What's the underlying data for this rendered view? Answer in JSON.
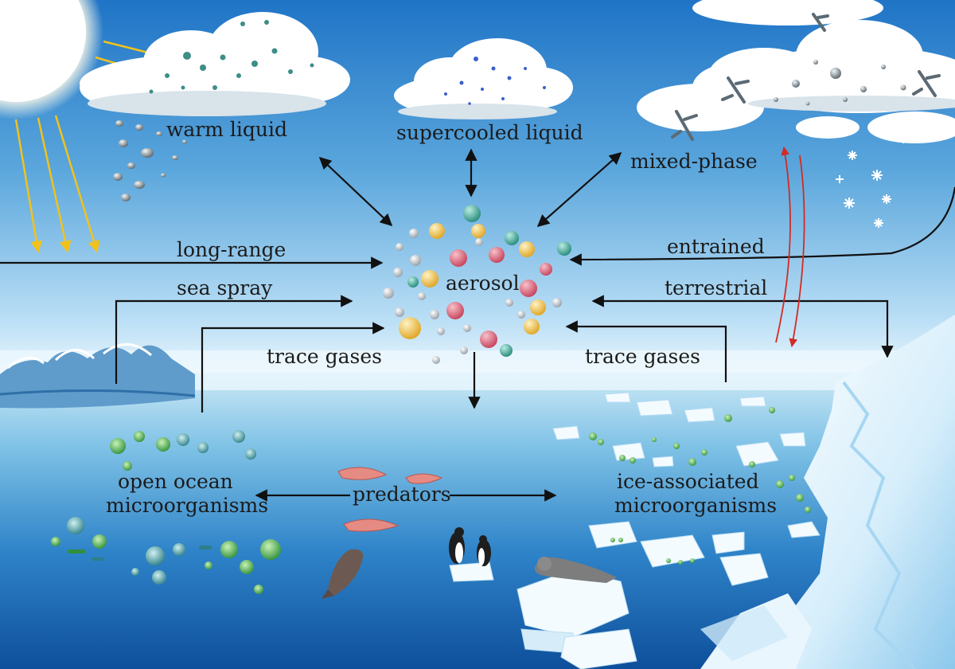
{
  "labels": {
    "warm_liquid": "warm liquid",
    "supercooled_liquid": "supercooled liquid",
    "mixed_phase": "mixed-phase",
    "long_range": "long-range",
    "sea_spray": "sea spray",
    "aerosol": "aerosol",
    "entrained": "entrained",
    "terrestrial": "terrestrial",
    "trace_gases_left": "trace gases",
    "trace_gases_right": "trace gases",
    "open_ocean_line1": "open ocean",
    "open_ocean_line2": "microorganisms",
    "predators": "predators",
    "ice_assoc_line1": "ice-associated",
    "ice_assoc_line2": "microorganisms"
  },
  "colors": {
    "sky_top": "#1f74c6",
    "sky_mid": "#8cc6ec",
    "horizon": "#eaf6fd",
    "ocean_top": "#9ed3ef",
    "ocean_deep": "#0e4f9c",
    "sun": "#fffbe8",
    "sun_ray": "#f2c21b",
    "arrow": "#111111",
    "red_arrow": "#d42a23",
    "aerosol_yellow": "#f2c14e",
    "aerosol_pink": "#db6074",
    "aerosol_teal": "#3fa898",
    "aerosol_grey": "#c9ced3",
    "cloud": "#ffffff",
    "ice": "#f4fbff",
    "microbe_green": "#3fae46"
  },
  "icons": [
    "sun-icon",
    "cloud-icon",
    "droplet-icon",
    "ice-crystal-icon",
    "snowflake-icon",
    "aerosol-particle-icon",
    "wave-icon",
    "iceberg-icon",
    "ice-floe-icon",
    "krill-icon",
    "penguin-icon",
    "seal-icon",
    "fish-icon",
    "microorganism-icon"
  ]
}
